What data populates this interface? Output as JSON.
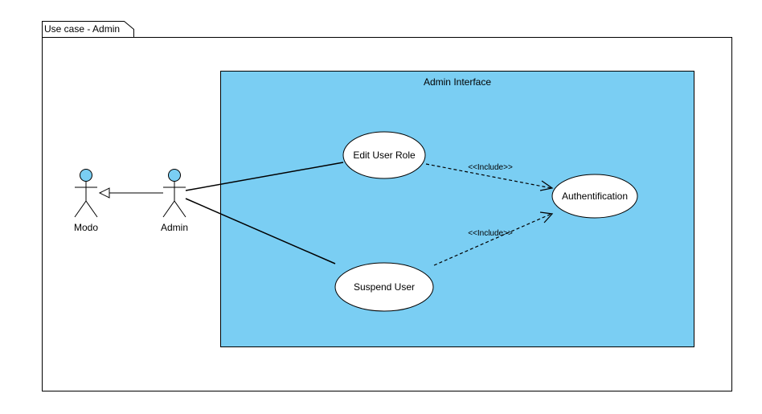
{
  "frame": {
    "title": "Use case - Admin"
  },
  "system_boundary": {
    "label": "Admin Interface",
    "fill": "#7acef3"
  },
  "actors": {
    "modo": {
      "label": "Modo"
    },
    "admin": {
      "label": "Admin"
    }
  },
  "actor_fill": "#7acef3",
  "use_cases": {
    "edit_user_role": {
      "label": "Edit User Role"
    },
    "suspend_user": {
      "label": "Suspend User"
    },
    "authentification": {
      "label": "Authentification"
    }
  },
  "relations": {
    "include_1": {
      "label": "<<Include>>"
    },
    "include_2": {
      "label": "<<Include>>"
    }
  }
}
